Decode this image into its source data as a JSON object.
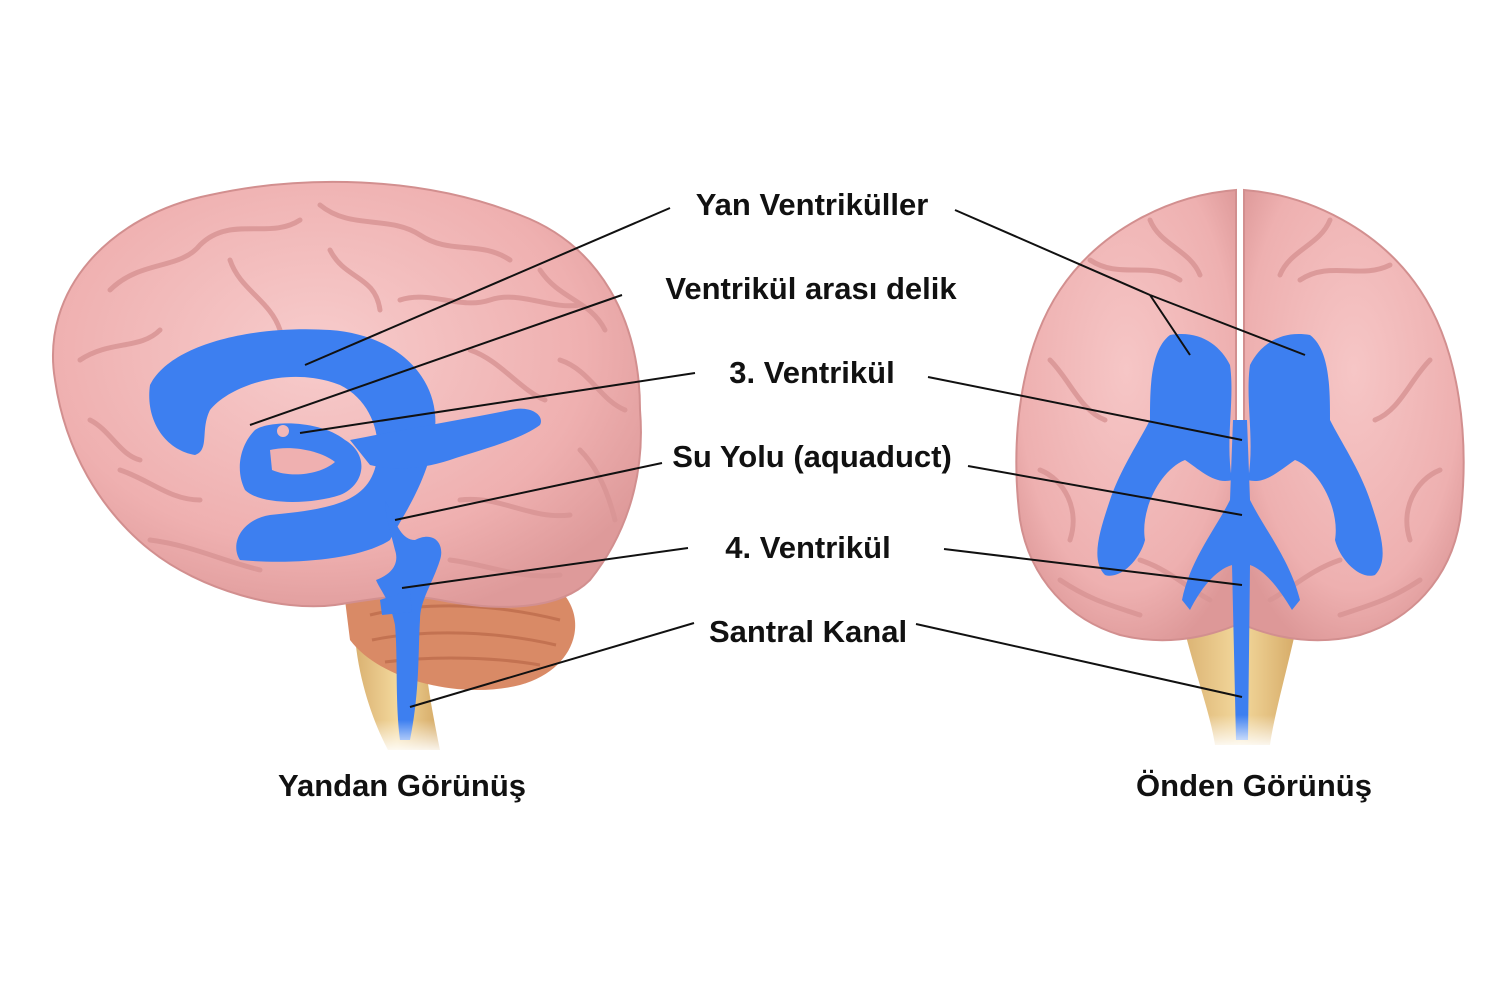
{
  "labels": {
    "lateral_ventricles": "Yan Ventriküller",
    "interventricular_foramen": "Ventrikül arası delik",
    "third_ventricle": "3. Ventrikül",
    "aqueduct": "Su Yolu (aquaduct)",
    "fourth_ventricle": "4. Ventrikül",
    "central_canal": "Santral Kanal"
  },
  "views": {
    "side": "Yandan Görünüş",
    "front": "Önden Görünüş"
  },
  "colors": {
    "brain": "#f2b8b8",
    "brain_fold": "#dc9494",
    "ventricle": "#3d7ff0",
    "cerebellum": "#d98a66",
    "brainstem": "#ecc98a",
    "leader_line": "#111111"
  }
}
